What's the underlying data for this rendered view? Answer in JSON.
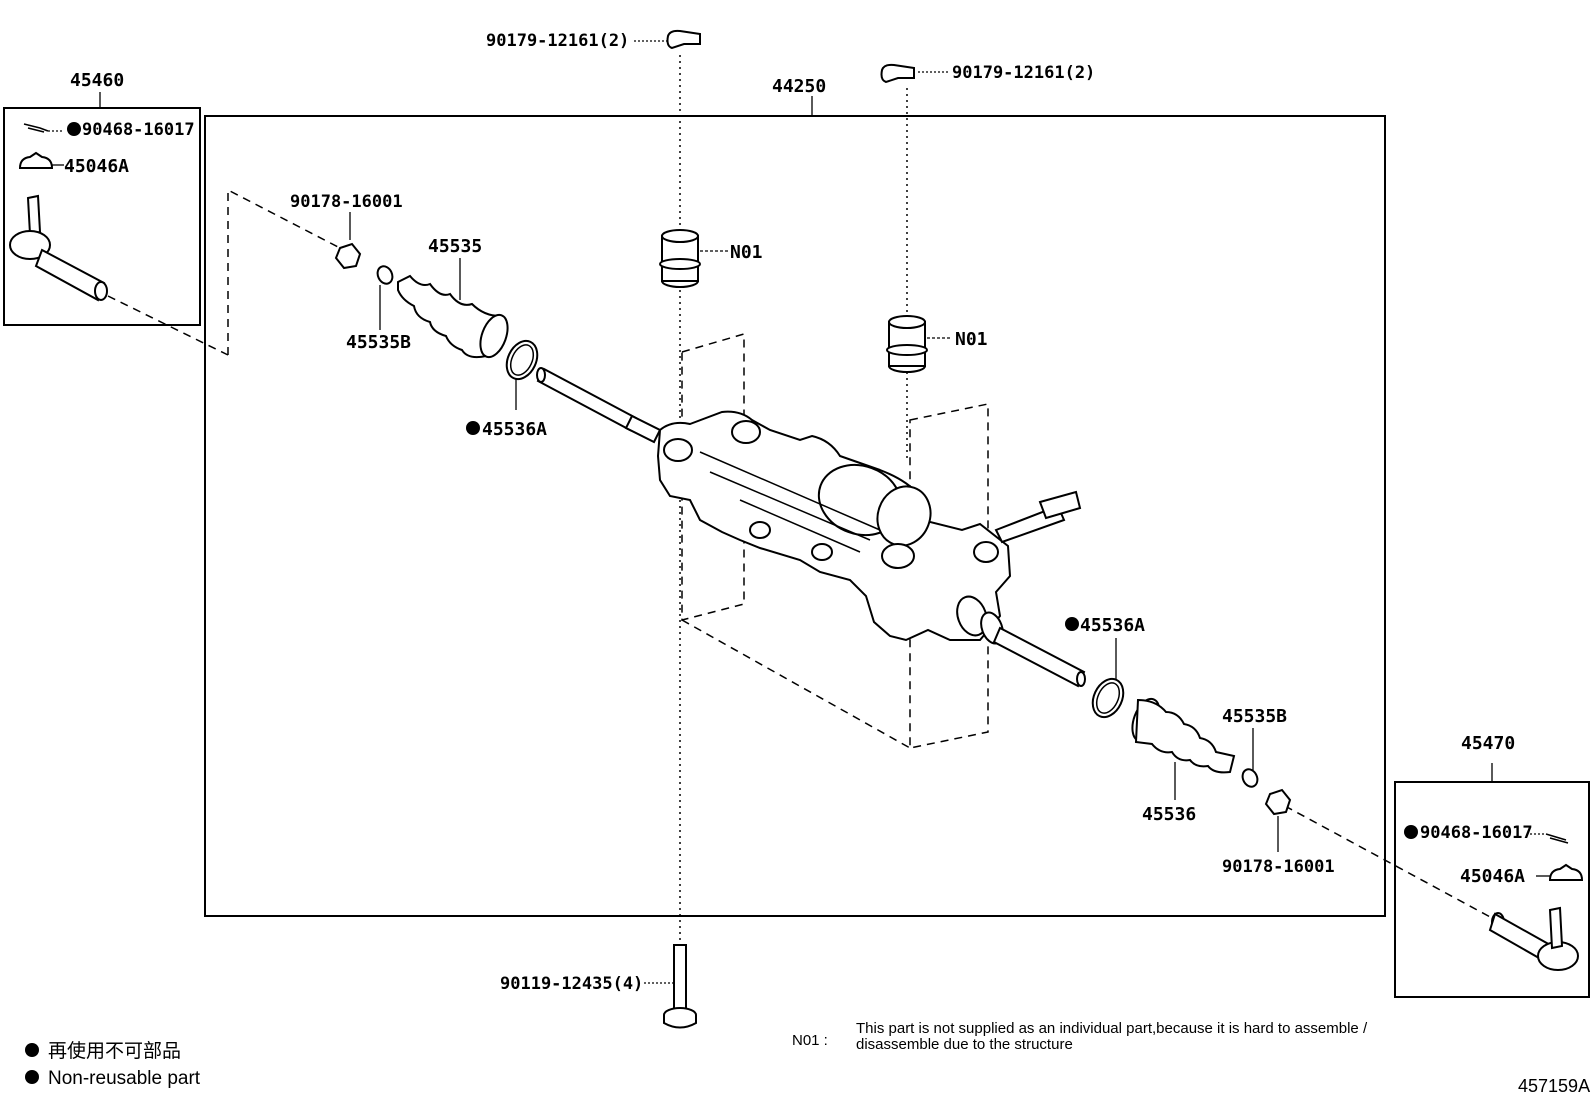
{
  "diagram": {
    "assemblies": {
      "left_tie_rod_end": "45460",
      "steering_gear": "44250",
      "right_tie_rod_end": "45470"
    },
    "labels": {
      "left_bolt_cap": "90179-12161(2)",
      "right_bolt_cap": "90179-12161(2)",
      "left_cotter_pin": "90468-16017",
      "right_cotter_pin": "90468-16017",
      "left_nut_cap": "45046A",
      "right_nut_cap": "45046A",
      "left_lock_nut": "90178-16001",
      "right_lock_nut": "90178-16001",
      "left_boot": "45535",
      "right_boot": "45536",
      "left_boot_clip": "45535B",
      "right_boot_clip": "45535B",
      "left_boot_clamp": "45536A",
      "right_boot_clamp": "45536A",
      "left_bushing": "N01",
      "right_bushing": "N01",
      "mount_bolt": "90119-12435(4)"
    },
    "note": {
      "code": "N01 :",
      "line1": "This part is not supplied as an individual part,because it is hard to assemble /",
      "line2": "disassemble due to the structure"
    },
    "legend": {
      "japanese": "再使用不可部品",
      "english": "Non-reusable part"
    },
    "figure_id": "457159A"
  }
}
